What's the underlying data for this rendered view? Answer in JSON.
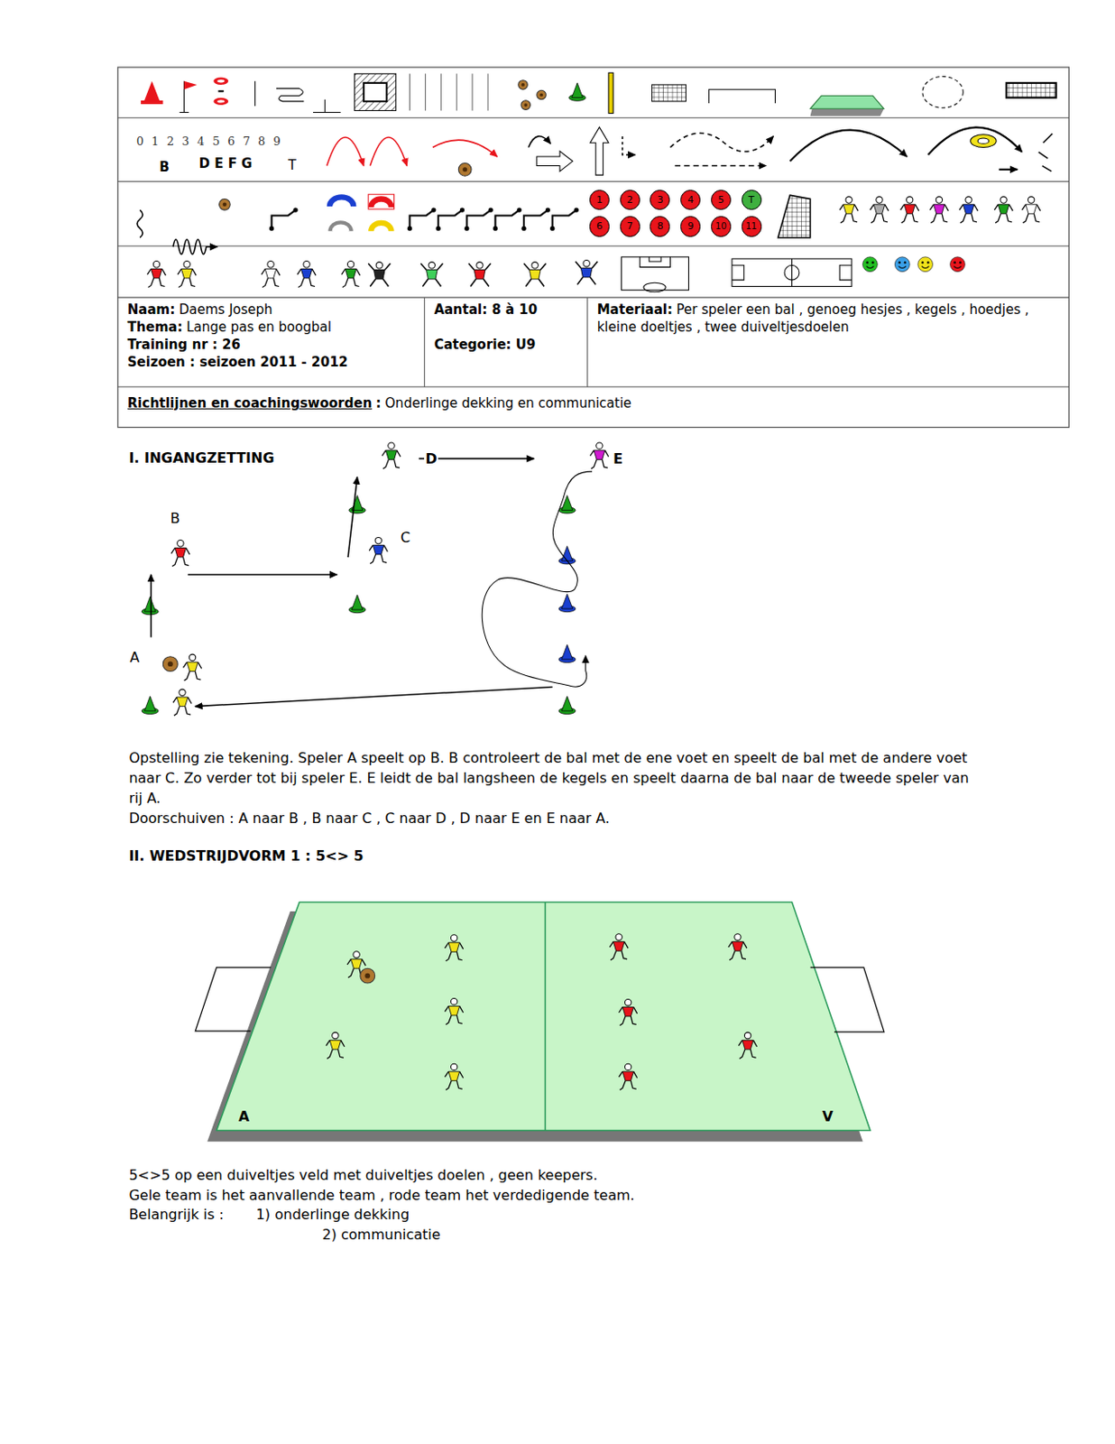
{
  "diagram": {
    "nodes": [
      {
        "text": [
          "0 1 2 3 4 5 6 7 8 9",
          "B",
          "D E F G",
          "T"
        ]
      },
      {
        "text": [
          "1"
        ]
      },
      {
        "text": [
          "2"
        ]
      },
      {
        "text": [
          "3"
        ]
      },
      {
        "text": [
          "4"
        ]
      },
      {
        "text": [
          "5"
        ]
      },
      {
        "text": [
          "T"
        ]
      },
      {
        "text": [
          "6"
        ]
      },
      {
        "text": [
          "7"
        ]
      },
      {
        "text": [
          "8"
        ]
      },
      {
        "text": [
          "9"
        ]
      },
      {
        "text": [
          "10"
        ]
      },
      {
        "text": [
          "11"
        ]
      },
      {
        "text": [
          "Naam:",
          "Daems Joseph",
          "Thema:",
          "Lange pas en boogbal",
          "Training nr : 26",
          "Seizoen : seizoen 2011 - 2012"
        ]
      },
      {
        "text": [
          "Aantal: 8 à 10",
          "Categorie: U9"
        ]
      },
      {
        "text": [
          "Materiaal:",
          "Per speler een bal , genoeg hesjes , kegels , hoedjes , kleine doeltjes , twee duiveltjesdoelen"
        ]
      },
      {
        "text": [
          "Richtlijnen en coachingswoorden",
          ":",
          "Onderlinge dekking en communicatie"
        ]
      },
      {
        "text": [
          "A",
          "V"
        ]
      }
    ],
    "labels": [
      "I. INGANGZETTING",
      "A",
      "B",
      "C",
      "D",
      "E",
      "Opstelling zie tekening. Speler A speelt op B. B controleert de bal met de ene voet en speelt de bal met de andere voet naar C. Zo verder tot bij speler E. E leidt de bal langsheen de kegels en speelt daarna de bal naar de tweede speler van rij A.",
      "Doorschuiven : A naar B , B naar C , C naar D , D naar E en E naar A.",
      "II. WEDSTRIJDVORM 1 : 5<> 5",
      "5<>5 op een duiveltjes veld met duiveltjes doelen , geen keepers.",
      "Gele team is het aanvallende team , rode team het verdedigende team.",
      "Belangrijk is :",
      "1) onderlinge dekking",
      "2) communicatie"
    ]
  }
}
